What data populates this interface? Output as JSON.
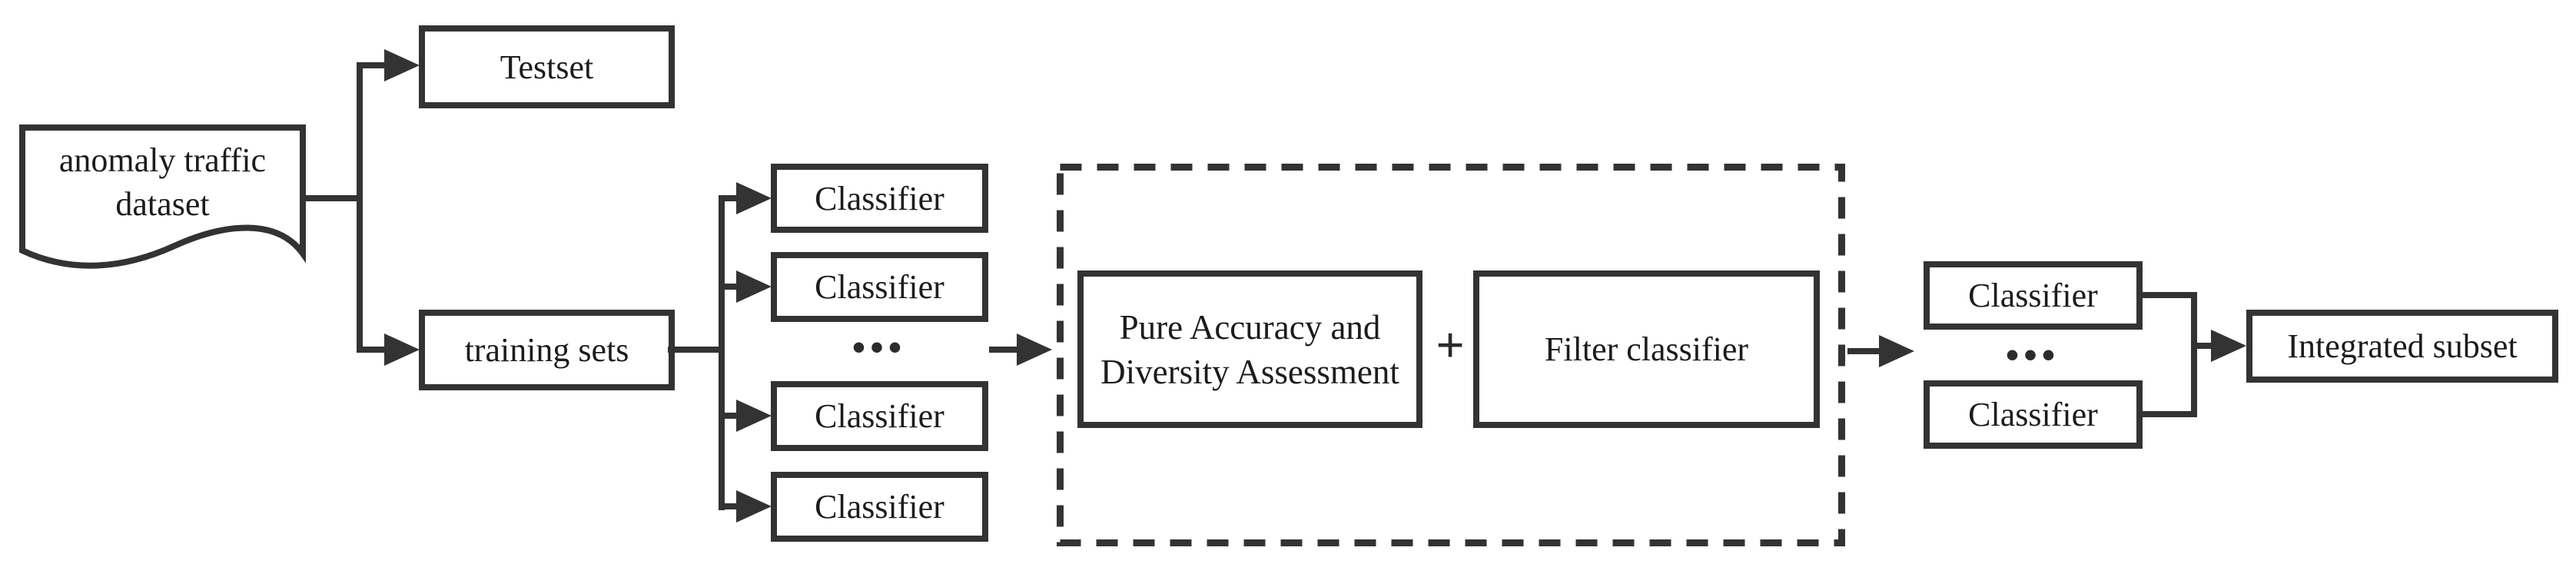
{
  "diagram": {
    "background_color": "#ffffff",
    "line_color": "#333333",
    "text_color": "#1c1c1c",
    "dataset_doc": {
      "line1": "anomaly traffic",
      "line2": "dataset"
    },
    "testset_box": {
      "label": "Testset"
    },
    "training_sets_box": {
      "label": "training sets"
    },
    "base_classifiers": {
      "items": [
        "Classifier",
        "Classifier",
        "Classifier",
        "Classifier"
      ],
      "ellipsis": "•••"
    },
    "assessment_box": {
      "line1": "Pure Accuracy and",
      "line2": "Diversity Assessment"
    },
    "plus_sign": "+",
    "filter_box": {
      "label": "Filter classifier"
    },
    "filtered_classifiers": {
      "items": [
        "Classifier",
        "Classifier"
      ],
      "ellipsis": "•••"
    },
    "integrated_subset_box": {
      "label": "Integrated subset"
    }
  }
}
